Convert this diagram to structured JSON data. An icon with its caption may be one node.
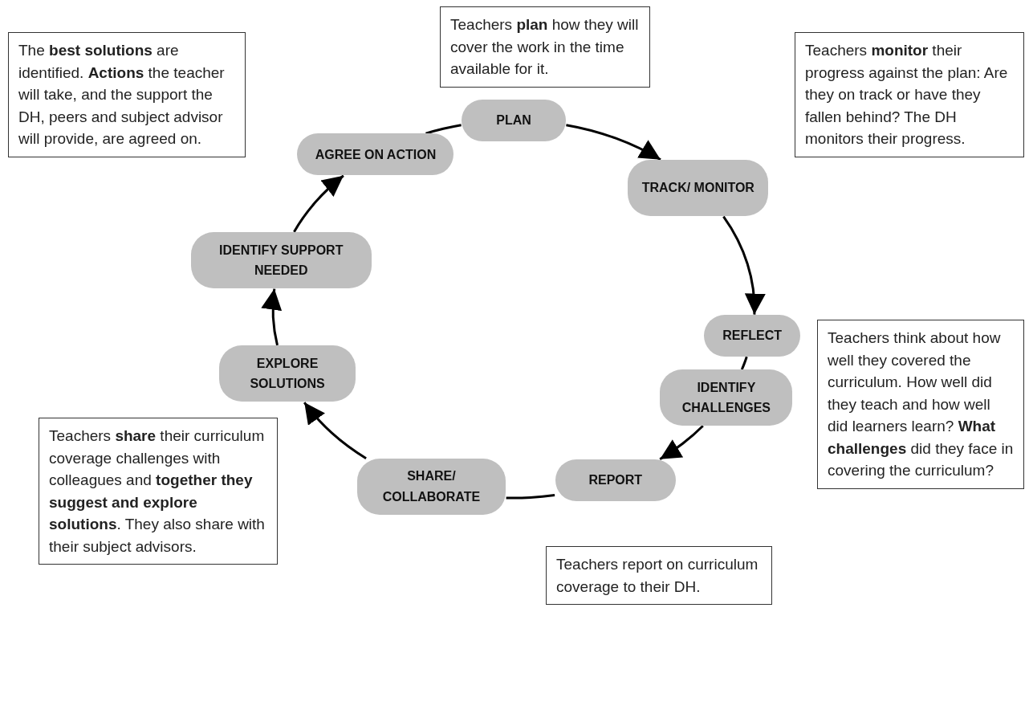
{
  "diagram": {
    "nodes": [
      {
        "text": [
          "PLAN"
        ]
      },
      {
        "text": [
          "TRACK/ MONITOR"
        ]
      },
      {
        "text": [
          "REFLECT"
        ]
      },
      {
        "text": [
          "IDENTIFY CHALLENGES"
        ]
      },
      {
        "text": [
          "REPORT"
        ]
      },
      {
        "text": [
          "SHARE/ COLLABORATE"
        ]
      },
      {
        "text": [
          "EXPLORE SOLUTIONS"
        ]
      },
      {
        "text": [
          "IDENTIFY SUPPORT NEEDED"
        ]
      },
      {
        "text": [
          "AGREE ON ACTION"
        ]
      },
      {
        "text": [
          "Teachers **plan** how they will cover the work in the time available for it."
        ]
      },
      {
        "text": [
          "Teachers **monitor** their progress against the plan: Are they on track or have they fallen behind? The DH monitors their progress."
        ]
      },
      {
        "text": [
          "Teachers think about how well they covered the curriculum. How well did they teach and how well did learners learn? **What challenges** did they face in covering the curriculum?"
        ]
      },
      {
        "text": [
          "Teachers report on curriculum coverage to their DH."
        ]
      },
      {
        "text": [
          "Teachers **share** their curriculum coverage challenges with colleagues and **together they suggest and explore solutions**. They also share with their subject advisors."
        ]
      },
      {
        "text": [
          "The **best solutions** are identified. **Actions** the teacher will take, and the support the DH, peers and subject advisor will provide, are agreed on."
        ]
      }
    ],
    "edges": [
      {
        "from": 0,
        "to": 1,
        "arrow": "to"
      },
      {
        "from": 1,
        "to": 2,
        "arrow": "to"
      },
      {
        "from": 2,
        "to": 3,
        "arrow": "none"
      },
      {
        "from": 3,
        "to": 4,
        "arrow": "to"
      },
      {
        "from": 4,
        "to": 5,
        "arrow": "none"
      },
      {
        "from": 5,
        "to": 6,
        "arrow": "to"
      },
      {
        "from": 6,
        "to": 7,
        "arrow": "to"
      },
      {
        "from": 7,
        "to": 8,
        "arrow": "to"
      },
      {
        "from": 8,
        "to": 0,
        "arrow": "none"
      }
    ]
  }
}
